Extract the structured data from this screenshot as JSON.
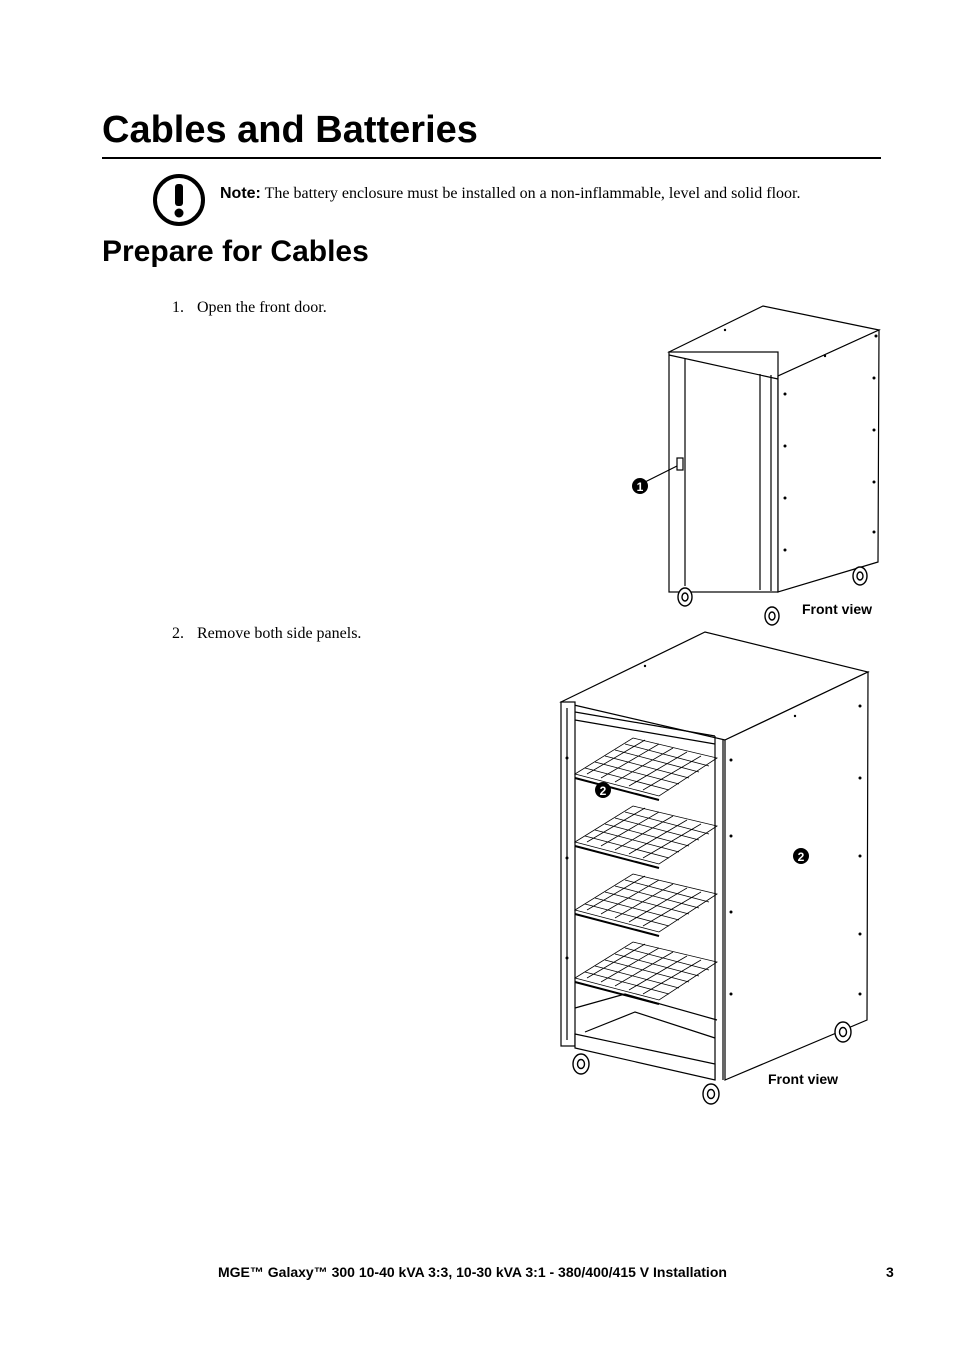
{
  "title": "Cables and Batteries",
  "note": {
    "icon": "exclamation-circle-icon",
    "label": "Note:",
    "text": "The battery enclosure must be installed on a non-inflammable, level and solid floor."
  },
  "section": {
    "heading": "Prepare for Cables",
    "steps": [
      {
        "number": "1.",
        "text": "Open the front door.",
        "callout": "1",
        "caption": "Front view"
      },
      {
        "number": "2.",
        "text": "Remove both side panels.",
        "callout": "2",
        "caption": "Front view"
      }
    ]
  },
  "footer": {
    "text": "MGE™ Galaxy™ 300 10-40 kVA 3:3, 10-30 kVA 3:1 - 380/400/415  V  Installation",
    "page": "3"
  }
}
